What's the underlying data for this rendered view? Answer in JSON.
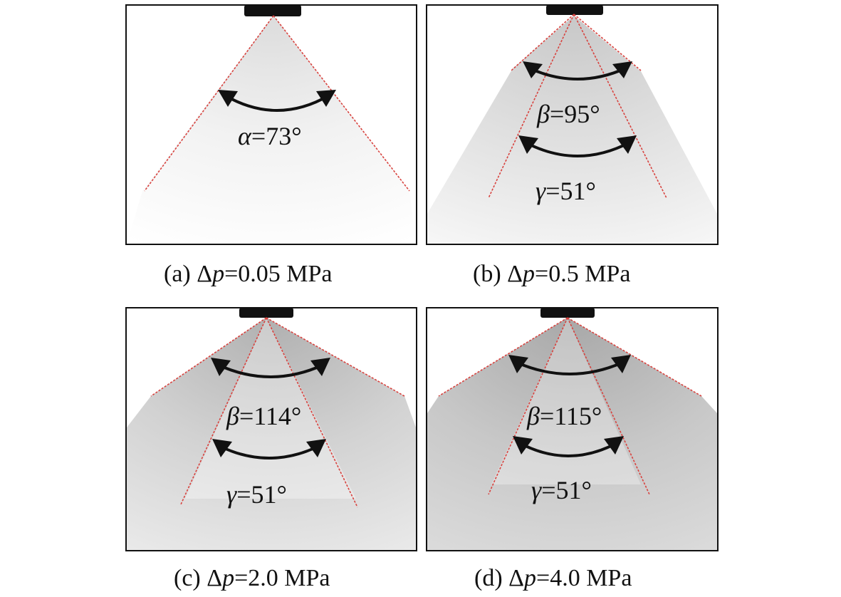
{
  "panels": [
    {
      "id": "a",
      "caption_prefix": "(a) Δ",
      "caption_var": "p",
      "caption_value": "=0.05 MPa",
      "angles": [
        {
          "symbol": "α",
          "value": "=73°"
        }
      ]
    },
    {
      "id": "b",
      "caption_prefix": "(b) Δ",
      "caption_var": "p",
      "caption_value": "=0.5 MPa",
      "angles": [
        {
          "symbol": "β",
          "value": "=95°"
        },
        {
          "symbol": "γ",
          "value": "=51°"
        }
      ]
    },
    {
      "id": "c",
      "caption_prefix": "(c) Δ",
      "caption_var": "p",
      "caption_value": "=2.0 MPa",
      "angles": [
        {
          "symbol": "β",
          "value": "=114°"
        },
        {
          "symbol": "γ",
          "value": "=51°"
        }
      ]
    },
    {
      "id": "d",
      "caption_prefix": "(d) Δ",
      "caption_var": "p",
      "caption_value": "=4.0 MPa",
      "angles": [
        {
          "symbol": "β",
          "value": "=115°"
        },
        {
          "symbol": "γ",
          "value": "=51°"
        }
      ]
    }
  ],
  "colors": {
    "cone_line": "#d8433f",
    "arc": "#111111",
    "spray": "#7a7a7a"
  }
}
